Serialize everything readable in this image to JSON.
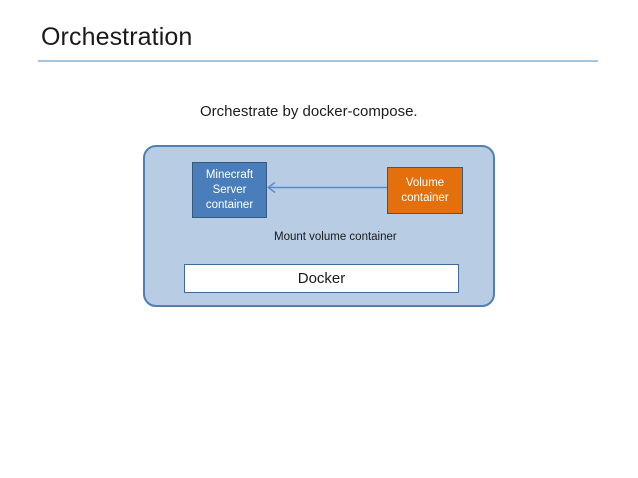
{
  "slide": {
    "title": "Orchestration",
    "subtitle": "Orchestrate by docker-compose."
  },
  "diagram": {
    "host_panel_name": "docker-host-panel",
    "mount_caption": "Mount volume container",
    "boxes": [
      {
        "id": "minecraft-server-container",
        "label": "Minecraft\nServer\ncontainer",
        "fill": "#4a7ebb",
        "border": "#35597f",
        "text_color": "#ffffff"
      },
      {
        "id": "volume-container",
        "label": "Volume\ncontainer",
        "fill": "#e3700a",
        "border": "#2e5c8a",
        "text_color": "#ffffff"
      },
      {
        "id": "docker-engine",
        "label": "Docker",
        "fill": "#ffffff",
        "border": "#41699c",
        "text_color": "#1a1a1a"
      }
    ],
    "connector": {
      "id": "mount-arrow",
      "from": "volume-container",
      "to": "minecraft-server-container",
      "direction": "left",
      "color": "#5b8cc4"
    },
    "panel_fill": "#b8cce4",
    "panel_border": "#4f7fb5"
  },
  "theme": {
    "background": "#ffffff",
    "title_color": "#1a1a1a",
    "rule_color": "#a8c2e0",
    "accent_blue": "#4a7ebb",
    "accent_orange": "#e3700a"
  }
}
